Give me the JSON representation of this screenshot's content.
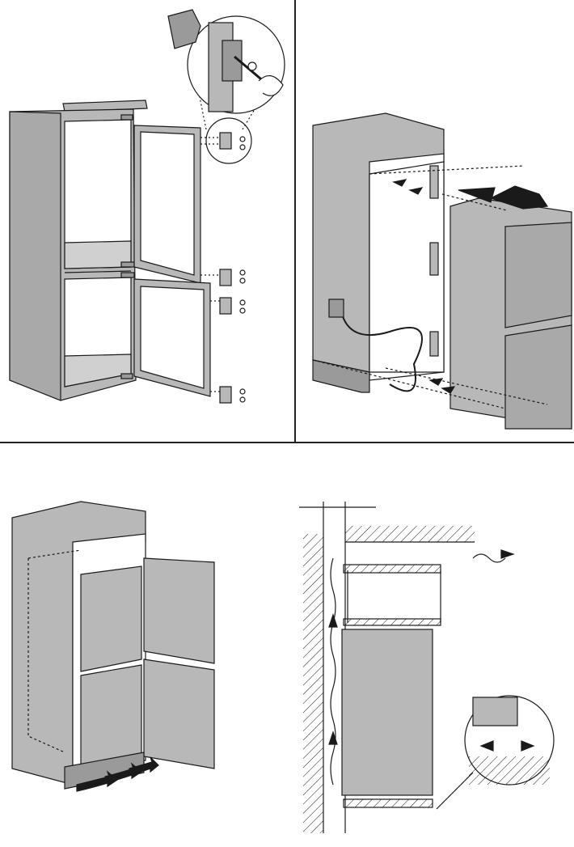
{
  "document": {
    "type": "installation-instructions",
    "figures": [
      {
        "id": "hinge-and-door-fixing",
        "icon": "screwdriver-icon"
      },
      {
        "id": "slide-appliance-into-unit",
        "icon": "arrow-icon"
      },
      {
        "id": "ventilation-airflow",
        "icon": "airflow-arrows-icon"
      },
      {
        "id": "ventilation-side-section",
        "icon": "section-icon"
      }
    ]
  },
  "colors": {
    "cabinet": "#b8b8b8",
    "cabinet_dark": "#9a9a9a",
    "line": "#1a1a1a",
    "white": "#ffffff"
  }
}
